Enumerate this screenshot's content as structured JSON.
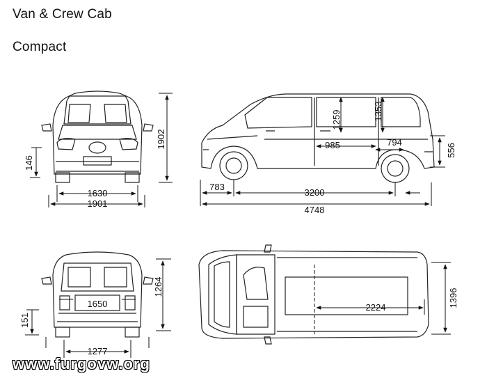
{
  "title": "Van & Crew Cab",
  "subtitle": "Compact",
  "watermark": "www.furgovw.org",
  "dimensions": {
    "front_ground_clearance": "146",
    "front_height": "1902",
    "front_track": "1630",
    "front_width": "1901",
    "side_door_height": "1259",
    "side_interior_height": "1353",
    "side_door_width": "985",
    "side_rear_dim": "794",
    "side_rear_height": "556",
    "front_overhang": "783",
    "wheelbase": "3200",
    "overall_length": "4748",
    "rear_opening_height": "1264",
    "rear_opening_width": "1650",
    "rear_sill_height": "151",
    "rear_opening_lower_width": "1277",
    "cargo_width": "1396",
    "cargo_length": "2224"
  }
}
